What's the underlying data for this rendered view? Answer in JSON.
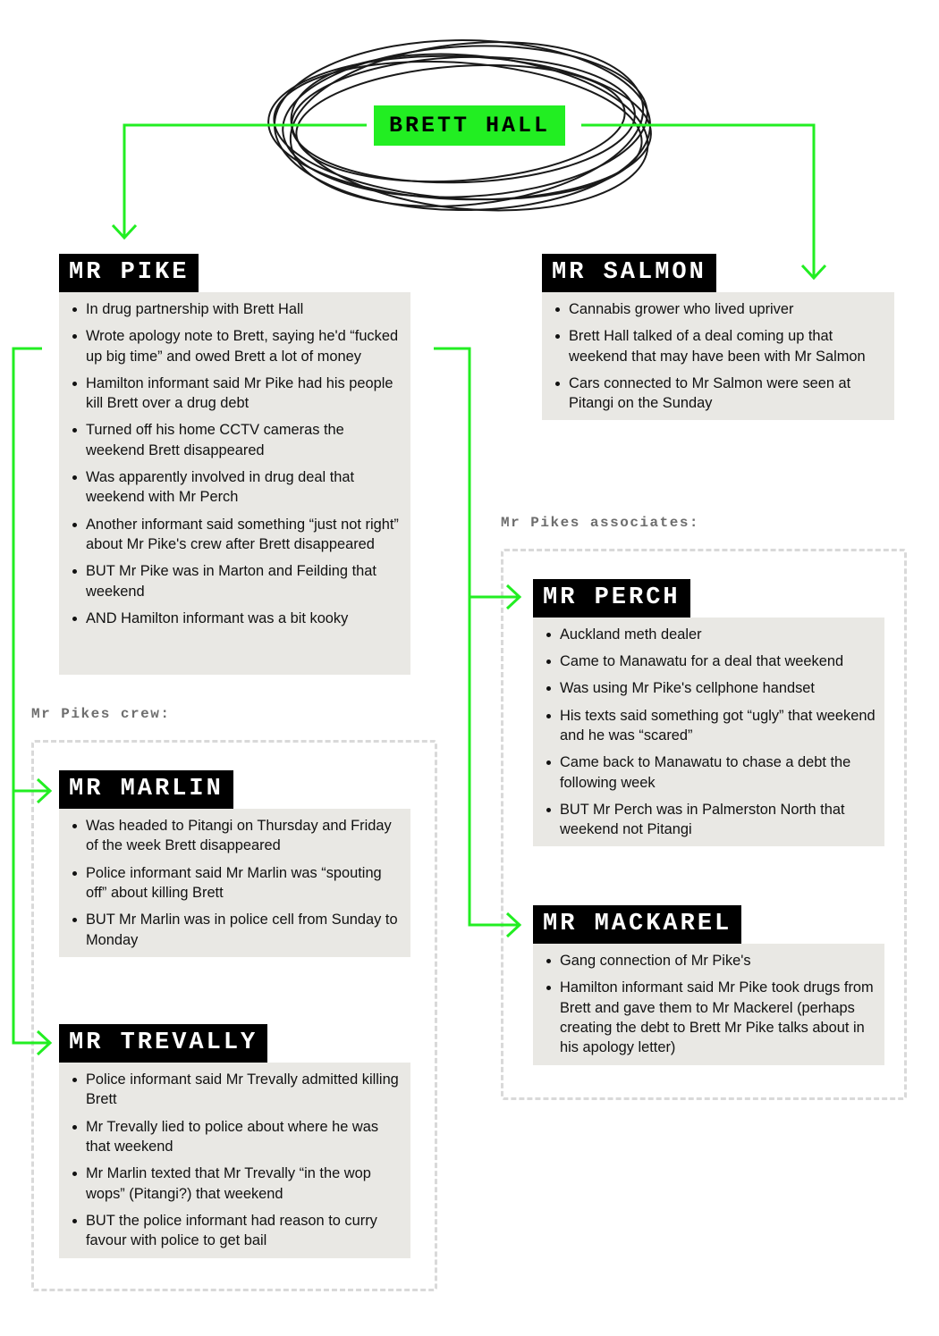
{
  "center": {
    "name": "BRETT HALL"
  },
  "colors": {
    "accent": "#22ee22",
    "card_bg": "#e9e8e4",
    "title_bg": "#000000",
    "dashed_border": "#d9d9d9"
  },
  "suspects": {
    "pike": {
      "title": "MR PIKE",
      "points": [
        "In drug partnership with Brett Hall",
        "Wrote apology note to Brett, saying he'd “fucked up big time” and owed Brett a lot of money",
        "Hamilton informant said Mr Pike had his people kill Brett over a drug debt",
        "Turned off his home CCTV cameras the weekend Brett disappeared",
        "Was apparently involved in drug deal that weekend with Mr Perch",
        "Another informant said something “just not right” about Mr Pike's crew after Brett disappeared",
        "BUT Mr Pike was in Marton and Feilding that weekend",
        "AND Hamilton informant was a bit kooky"
      ]
    },
    "salmon": {
      "title": "MR SALMON",
      "points": [
        "Cannabis grower who lived upriver",
        "Brett Hall talked of a deal coming up that weekend that may have been with Mr Salmon",
        "Cars connected to Mr Salmon were seen at Pitangi on the Sunday"
      ]
    },
    "marlin": {
      "title": "MR MARLIN",
      "points": [
        "Was headed to Pitangi on Thursday and Friday of the week Brett disappeared",
        "Police informant said Mr Marlin was “spouting off” about killing Brett",
        "BUT Mr Marlin was in police cell from Sunday to Monday"
      ]
    },
    "trevally": {
      "title": "MR TREVALLY",
      "points": [
        "Police informant said Mr Trevally admitted killing Brett",
        "Mr Trevally lied to police about where he was that weekend",
        "Mr Marlin texted that Mr Trevally “in the wop wops” (Pitangi?) that weekend",
        "BUT the police informant had reason to curry favour with police to get bail"
      ]
    },
    "perch": {
      "title": "MR PERCH",
      "points": [
        "Auckland meth dealer",
        "Came to Manawatu for a deal that weekend",
        "Was using Mr Pike's cellphone handset",
        "His texts said something got “ugly” that weekend and he was “scared”",
        "Came back to Manawatu to chase a debt the following week",
        "BUT Mr Perch was in Palmerston North that weekend not Pitangi"
      ]
    },
    "mackarel": {
      "title": "MR MACKAREL",
      "points": [
        "Gang connection of Mr Pike's",
        "Hamilton informant said Mr Pike took drugs from Brett and gave them to Mr Mackerel (perhaps creating the debt to Brett Mr Pike talks about in his apology letter)"
      ]
    }
  },
  "groups": {
    "crew_label": "Mr Pikes crew:",
    "associates_label": "Mr Pikes associates:"
  }
}
